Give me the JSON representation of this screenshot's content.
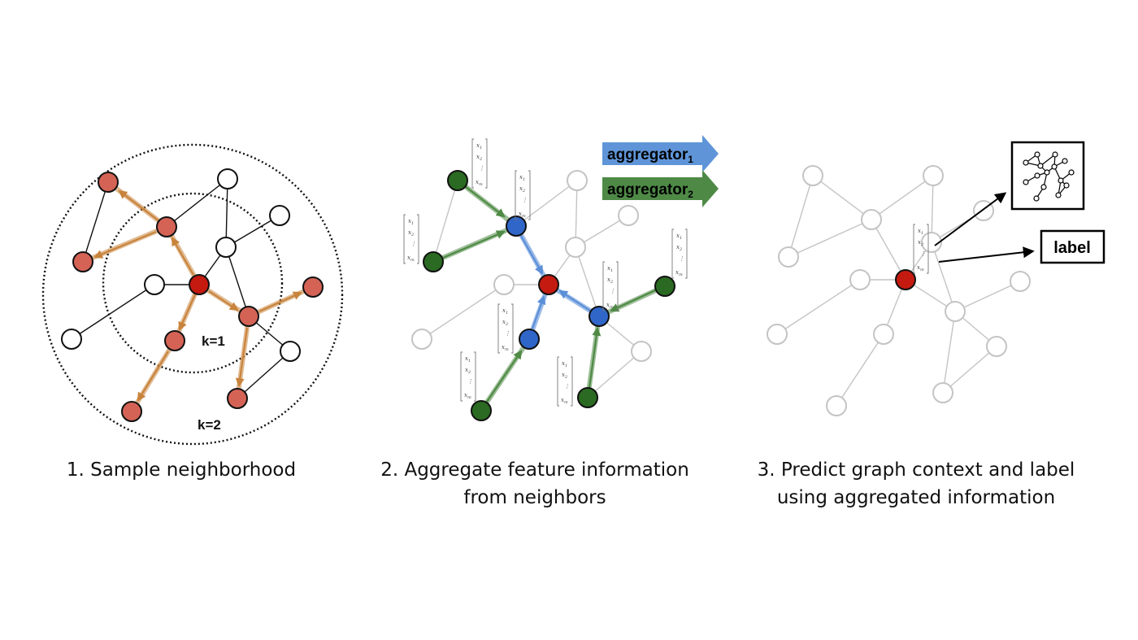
{
  "panel1": {
    "caption": "1. Sample neighborhood",
    "k1_label": "k=1",
    "k2_label": "k=2"
  },
  "panel2": {
    "caption_line1": "2. Aggregate feature information",
    "caption_line2": "from neighbors",
    "aggregator1": {
      "text": "aggregator",
      "sub": "1"
    },
    "aggregator2": {
      "text": "aggregator",
      "sub": "2"
    }
  },
  "panel3": {
    "caption_line1": "3. Predict graph context and label",
    "caption_line2": "using aggregated information",
    "label_box": "label"
  },
  "feature_vector": {
    "x1": "x",
    "s1": "1",
    "x2": "x",
    "s2": "2",
    "dots": "⋮",
    "xm": "x",
    "sm": "m"
  },
  "colors": {
    "target_node": "#c41a10",
    "sampled_node": "#d46356",
    "sampled_edge": "#c8843c",
    "hop1_node": "#2f66c8",
    "hop1_edge": "#5b8fd8",
    "hop2_node": "#2b6a22",
    "hop2_edge": "#4f8a45",
    "aggregator1_arrow": "#5f95d8",
    "aggregator2_arrow": "#4e8a46",
    "faded_graph": "#c4c4c4"
  }
}
